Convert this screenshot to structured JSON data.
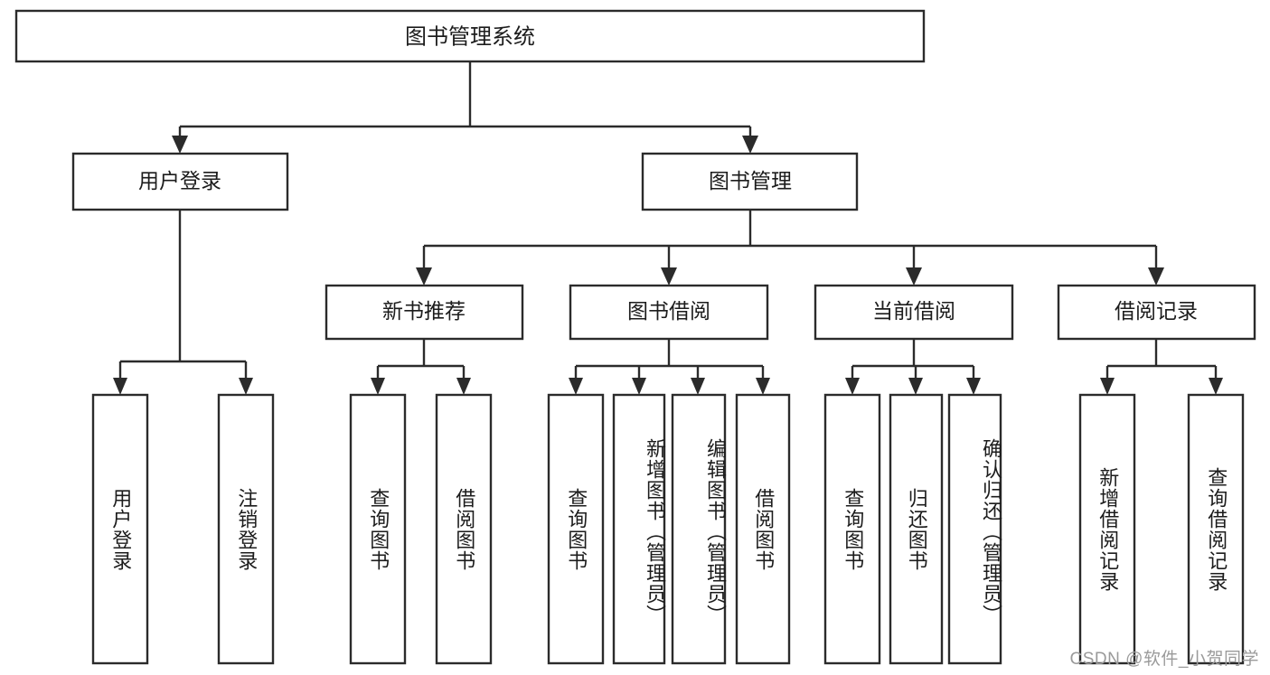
{
  "diagram": {
    "title": "图书管理系统",
    "type": "tree",
    "orientation": "top-down",
    "colors": {
      "box_stroke": "#2b2b2b",
      "box_fill": "#ffffff",
      "connector": "#2b2b2b",
      "text": "#1c1c1c",
      "background": "#ffffff",
      "watermark": "#9a9a9a"
    },
    "root": {
      "label": "图书管理系统"
    },
    "level2": [
      {
        "label": "用户登录"
      },
      {
        "label": "图书管理"
      }
    ],
    "level3": [
      {
        "label": "新书推荐"
      },
      {
        "label": "图书借阅"
      },
      {
        "label": "当前借阅"
      },
      {
        "label": "借阅记录"
      }
    ],
    "leaves": {
      "user_login": [
        {
          "label": "用户登录"
        },
        {
          "label": "注销登录"
        }
      ],
      "new_book_recommend": [
        {
          "label": "查询图书"
        },
        {
          "label": "借阅图书"
        }
      ],
      "book_borrow": [
        {
          "label": "查询图书"
        },
        {
          "label": "新增图书（管理员）"
        },
        {
          "label": "编辑图书（管理员）"
        },
        {
          "label": "借阅图书"
        }
      ],
      "current_borrow": [
        {
          "label": "查询图书"
        },
        {
          "label": "归还图书"
        },
        {
          "label": "确认归还（管理员）"
        }
      ],
      "borrow_record": [
        {
          "label": "新增借阅记录"
        },
        {
          "label": "查询借阅记录"
        }
      ]
    },
    "watermark": "CSDN @软件_小贺同学"
  }
}
